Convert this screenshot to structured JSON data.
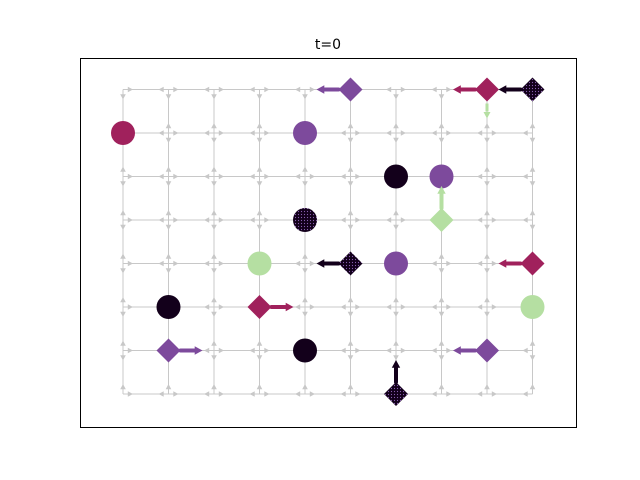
{
  "chart_data": {
    "type": "scatter",
    "title": "t=0",
    "xlabel": "",
    "ylabel": "",
    "grid": {
      "cols": 10,
      "rows": 8
    },
    "xlim": [
      -1,
      10
    ],
    "ylim": [
      -1,
      7.3
    ],
    "axes_ticks": false,
    "colors": {
      "grid": "#c8c8c8",
      "dark": "#13001b",
      "purple": "#7d4a9c",
      "magenta": "#a0215c",
      "green": "#b5dfa2"
    },
    "goals": [
      {
        "x": 0,
        "y": 6,
        "color": "magenta"
      },
      {
        "x": 4,
        "y": 6,
        "color": "purple"
      },
      {
        "x": 6,
        "y": 5,
        "color": "dark"
      },
      {
        "x": 7,
        "y": 5,
        "color": "purple"
      },
      {
        "x": 4,
        "y": 4,
        "color": "dark",
        "dotted": true
      },
      {
        "x": 3,
        "y": 3,
        "color": "green"
      },
      {
        "x": 6,
        "y": 3,
        "color": "purple"
      },
      {
        "x": 1,
        "y": 2,
        "color": "dark"
      },
      {
        "x": 9,
        "y": 2,
        "color": "green"
      },
      {
        "x": 4,
        "y": 1,
        "color": "dark"
      }
    ],
    "agents": [
      {
        "x": 5,
        "y": 7,
        "color": "purple",
        "dir": "left"
      },
      {
        "x": 8,
        "y": 7,
        "color": "magenta",
        "dir": "left"
      },
      {
        "x": 9,
        "y": 7,
        "color": "dark",
        "dir": "left",
        "dotted": true
      },
      {
        "x": 7,
        "y": 4,
        "color": "green",
        "dir": "up"
      },
      {
        "x": 5,
        "y": 3,
        "color": "dark",
        "dir": "left",
        "dotted": true
      },
      {
        "x": 9,
        "y": 3,
        "color": "magenta",
        "dir": "left"
      },
      {
        "x": 3,
        "y": 2,
        "color": "magenta",
        "dir": "right"
      },
      {
        "x": 1,
        "y": 1,
        "color": "purple",
        "dir": "right"
      },
      {
        "x": 8,
        "y": 1,
        "color": "purple",
        "dir": "left"
      },
      {
        "x": 6,
        "y": 0,
        "color": "dark",
        "dir": "up",
        "dotted": true
      }
    ],
    "mini_arrows": [
      {
        "x": 8,
        "y": 7,
        "color": "green",
        "dir": "down"
      }
    ]
  }
}
